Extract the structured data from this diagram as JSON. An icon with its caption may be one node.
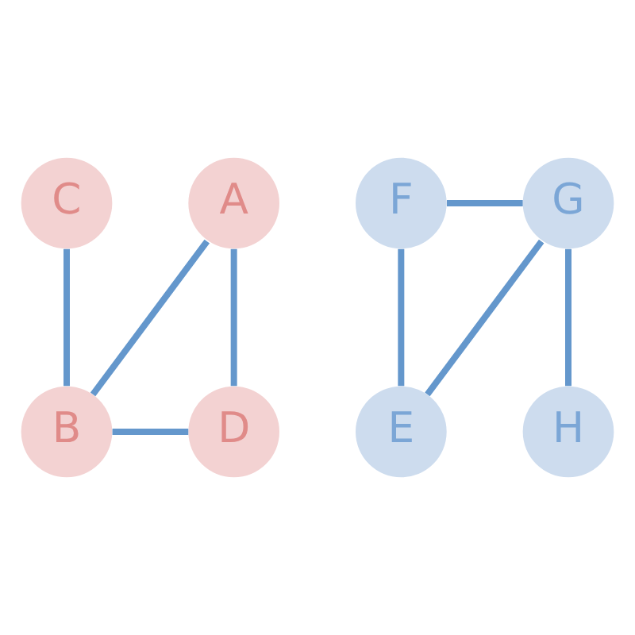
{
  "diagram": {
    "nodes": [
      {
        "text": [
          "A"
        ]
      },
      {
        "text": [
          "C"
        ]
      },
      {
        "text": [
          "F"
        ]
      },
      {
        "text": [
          "G"
        ]
      },
      {
        "text": [
          "B"
        ]
      },
      {
        "text": [
          "D"
        ]
      },
      {
        "text": [
          "E"
        ]
      },
      {
        "text": [
          "H"
        ]
      }
    ],
    "edges": [
      {
        "from": 0,
        "to": 4,
        "arrow": "none"
      },
      {
        "from": 0,
        "to": 5,
        "arrow": "none"
      },
      {
        "from": 1,
        "to": 4,
        "arrow": "none"
      },
      {
        "from": 4,
        "to": 5,
        "arrow": "none"
      },
      {
        "from": 2,
        "to": 3,
        "arrow": "none"
      },
      {
        "from": 2,
        "to": 6,
        "arrow": "none"
      },
      {
        "from": 3,
        "to": 6,
        "arrow": "none"
      },
      {
        "from": 3,
        "to": 7,
        "arrow": "none"
      }
    ]
  }
}
